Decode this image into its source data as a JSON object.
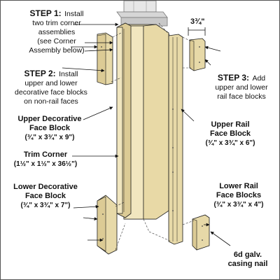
{
  "step1": {
    "title": "STEP 1:",
    "text_line1": "Install",
    "text_line2": "two trim corner",
    "text_line3": "assemblies",
    "text_line4": "(see Corner",
    "text_line5": "Assembly below)"
  },
  "step2": {
    "title": "STEP 2:",
    "text_line1": "Install",
    "text_line2": "upper and lower",
    "text_line3": "decorative face blocks",
    "text_line4": "on non-rail faces"
  },
  "step3": {
    "title": "STEP 3:",
    "text_line1": "Add",
    "text_line2": "upper and lower",
    "text_line3": "rail face blocks"
  },
  "thickness_dim": "3¾\"",
  "parts": {
    "upper_decorative": {
      "line1": "Upper Decorative",
      "line2": "Face Block",
      "dims": "(¾\" x 3¾\" x 9\")"
    },
    "trim_corner": {
      "line1": "Trim Corner",
      "dims": "(1½\" x 1½\" x 36½\")"
    },
    "lower_decorative": {
      "line1": "Lower Decorative",
      "line2": "Face Block",
      "dims": "(¾\" x 3¾\" x 7\")"
    },
    "upper_rail": {
      "line1": "Upper Rail",
      "line2": "Face Block",
      "dims": "(¾\" x 3¾\" x 6\")"
    },
    "lower_rail": {
      "line1": "Lower Rail",
      "line2": "Face Blocks",
      "dims": "(¾\" x 3¾\" x 4\")"
    },
    "nail": {
      "line1": "6d galv.",
      "line2": "casing nail"
    }
  },
  "colors": {
    "wood_face": "#f1e6bf",
    "wood_side": "#dccb95",
    "wood_dark": "#c9b57c",
    "outline": "#1a1a1a"
  }
}
